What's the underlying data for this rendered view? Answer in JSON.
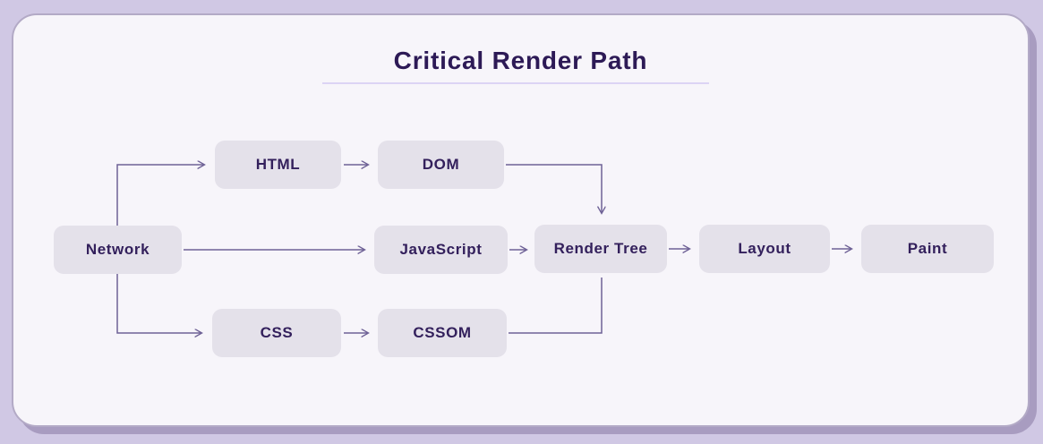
{
  "title": {
    "text": "Critical Render Path"
  },
  "nodes": {
    "network": {
      "label": "Network"
    },
    "html": {
      "label": "HTML"
    },
    "dom": {
      "label": "DOM"
    },
    "javascript": {
      "label": "JavaScript"
    },
    "render_tree": {
      "label": "Render Tree"
    },
    "layout": {
      "label": "Layout"
    },
    "paint": {
      "label": "Paint"
    },
    "css": {
      "label": "CSS"
    },
    "cssom": {
      "label": "CSSOM"
    }
  },
  "edges": [
    {
      "from": "Network",
      "to": "HTML",
      "arrowhead": true
    },
    {
      "from": "HTML",
      "to": "DOM",
      "arrowhead": true
    },
    {
      "from": "DOM",
      "to": "Render Tree",
      "arrowhead": true
    },
    {
      "from": "Network",
      "to": "JavaScript",
      "arrowhead": true
    },
    {
      "from": "JavaScript",
      "to": "Render Tree",
      "arrowhead": true
    },
    {
      "from": "Render Tree",
      "to": "Layout",
      "arrowhead": true
    },
    {
      "from": "Layout",
      "to": "Paint",
      "arrowhead": true
    },
    {
      "from": "Network",
      "to": "CSS",
      "arrowhead": true
    },
    {
      "from": "CSS",
      "to": "CSSOM",
      "arrowhead": true
    },
    {
      "from": "CSSOM",
      "to": "Render Tree",
      "arrowhead": false
    }
  ],
  "colors": {
    "page_background": "#d0c8e4",
    "card_background": "#f7f5fa",
    "card_border": "#b3aac6",
    "card_shadow": "#a89cc0",
    "node_background": "#e4e1ea",
    "text": "#2d1a56",
    "connector_line": "#6e6196",
    "title_underline": "#dcd4f4"
  }
}
